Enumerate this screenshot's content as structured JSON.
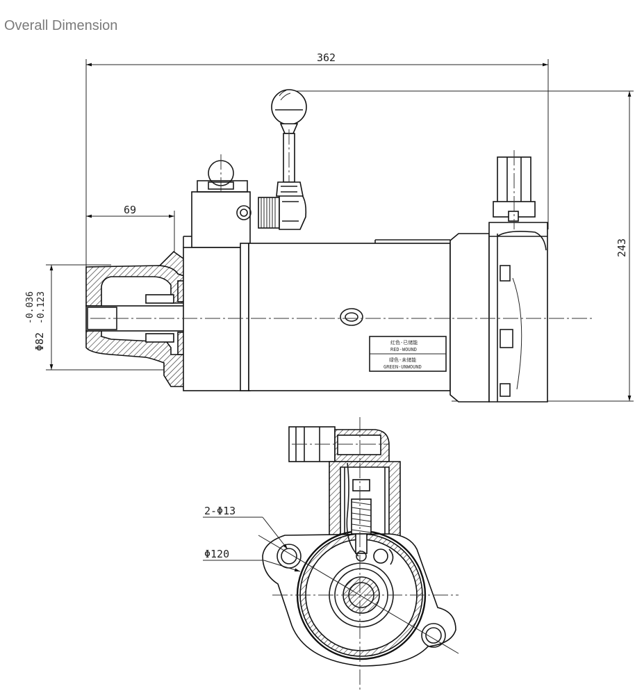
{
  "title": "Overall Dimension",
  "dimensions": {
    "overall_length": "362",
    "overall_height": "243",
    "flange_offset": "69",
    "shaft_diameter": "Φ82",
    "tolerance_upper": "-0.036",
    "tolerance_lower": "-0.123",
    "hole_callout": "2-Φ13",
    "pitch_diameter": "Φ120"
  },
  "nameplate": {
    "line1_cn": "红色-已储能",
    "line1_en": "RED-WOUND",
    "line2_cn": "绿色-未储能",
    "line2_en": "GREEN-UNWOUND"
  }
}
